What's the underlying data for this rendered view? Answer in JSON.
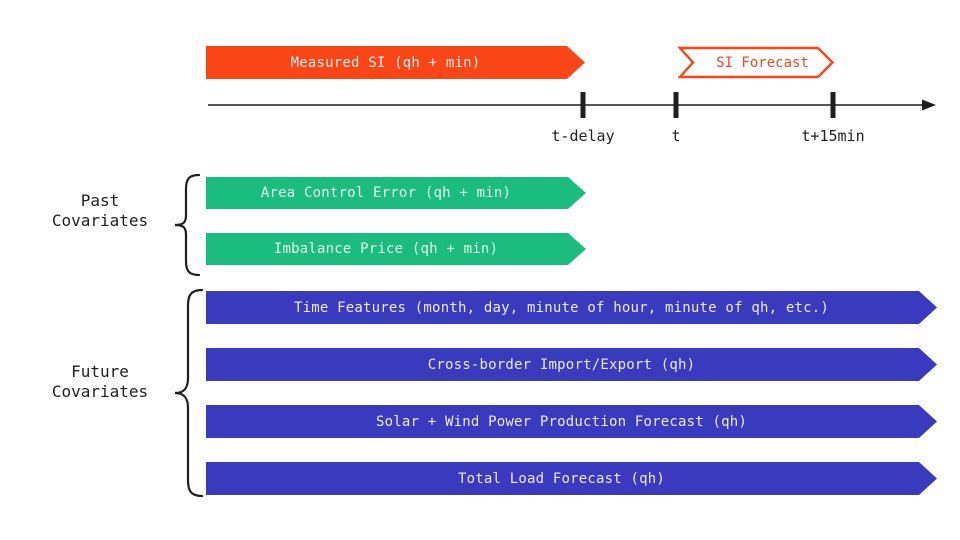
{
  "colors": {
    "orange": "#FA4616",
    "green": "#1ABD7E",
    "blue": "#3A3ABF",
    "ink": "#1F1F1F"
  },
  "top_timeline": {
    "measured_label": "Measured SI (qh + min)",
    "forecast_label": "SI Forecast",
    "tick_labels": [
      "t-delay",
      "t",
      "t+15min"
    ]
  },
  "past_covariates": {
    "label": [
      "Past",
      "Covariates"
    ],
    "bars": [
      "Area Control Error (qh + min)",
      "Imbalance Price (qh + min)"
    ]
  },
  "future_covariates": {
    "label": [
      "Future",
      "Covariates"
    ],
    "bars": [
      "Time Features (month, day, minute of hour, minute of qh, etc.)",
      "Cross-border Import/Export (qh)",
      "Solar + Wind Power Production Forecast (qh)",
      "Total Load Forecast (qh)"
    ]
  }
}
